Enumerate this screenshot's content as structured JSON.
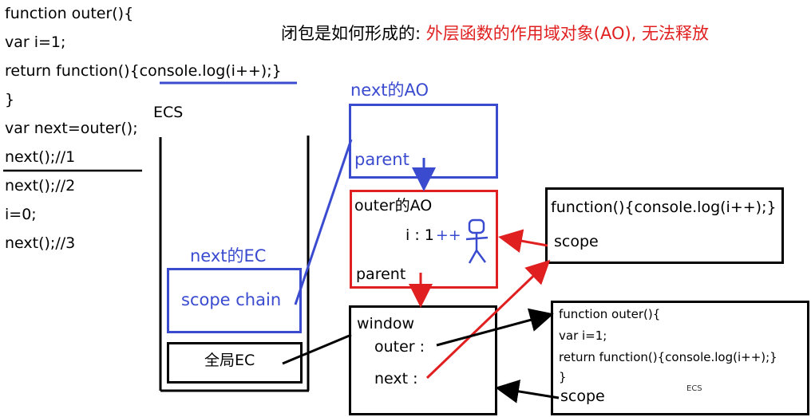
{
  "code": {
    "lines": [
      "function outer(){",
      "   var i=1;",
      "   return function(){console.log(i++);}",
      "}",
      "var next=outer();",
      "next();//1",
      "next();//2",
      "i=0;",
      "next();//3"
    ]
  },
  "title": {
    "prefix": "闭包是如何形成的:",
    "highlight": "外层函数的作用域对象(AO), 无法释放"
  },
  "ecs": {
    "label": "ECS",
    "next_ec_label": "next的EC",
    "scope_chain": "scope chain",
    "global_ec": "全局EC"
  },
  "next_ao": {
    "label": "next的AO",
    "parent": "parent"
  },
  "outer_ao": {
    "label": "outer的AO",
    "var": "i : 1",
    "incr": "++",
    "parent": "parent"
  },
  "window": {
    "label": "window",
    "outer": "outer :",
    "next": "next :"
  },
  "inner_fn": {
    "code": "function(){console.log(i++);}",
    "scope": "scope"
  },
  "outer_fn": {
    "lines": [
      "function outer(){",
      "   var i=1;",
      "   return function(){console.log(i++);}",
      "}"
    ],
    "scope": "scope",
    "stray": "ECS"
  },
  "colors": {
    "blue": "#3a4bd0",
    "red": "#e02020",
    "black": "#000000"
  }
}
